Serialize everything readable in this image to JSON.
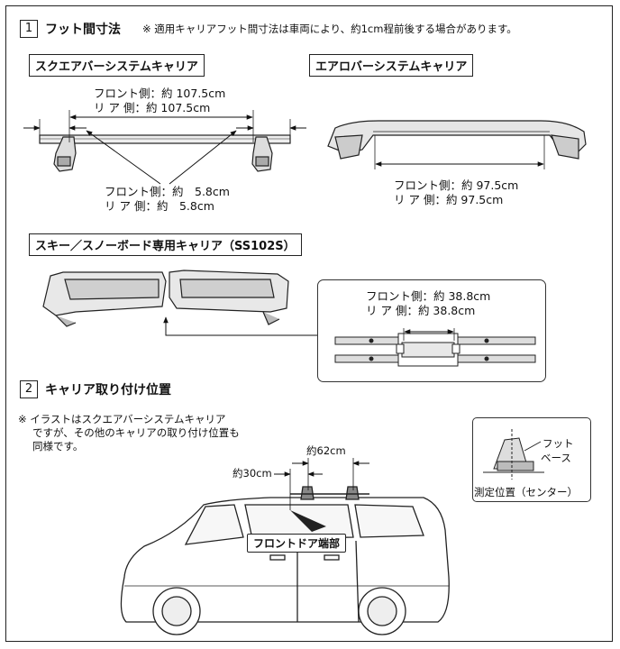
{
  "section1": {
    "number": "1",
    "title": "フット間寸法",
    "note": "※ 適用キャリアフット間寸法は車両により、約1cm程前後する場合があります。"
  },
  "square_bar": {
    "label": "スクエアバーシステムキャリア",
    "bar_front": "フロント側：約 107.5cm",
    "bar_rear": "リ ア 側：約 107.5cm",
    "overhang_front": "フロント側：約　5.8cm",
    "overhang_rear": "リ ア 側：約　5.8cm"
  },
  "aero_bar": {
    "label": "エアロバーシステムキャリア",
    "front": "フロント側：約 97.5cm",
    "rear": "リ ア 側：約 97.5cm"
  },
  "ski": {
    "label": "スキー／スノーボード専用キャリア（SS102S）",
    "front": "フロント側：約 38.8cm",
    "rear": "リ ア 側：約 38.8cm"
  },
  "section2": {
    "number": "2",
    "title": "キャリア取り付け位置",
    "note_lines": [
      "※ イラストはスクエアバーシステムキャリア",
      "ですが、その他のキャリアの取り付け位置も",
      "同様です。"
    ],
    "dim_62": "約62cm",
    "dim_30": "約30cm",
    "door_edge": "フロントドア端部"
  },
  "detail": {
    "foot": "フット",
    "base": "ベース",
    "measure": "測定位置（センター）"
  }
}
